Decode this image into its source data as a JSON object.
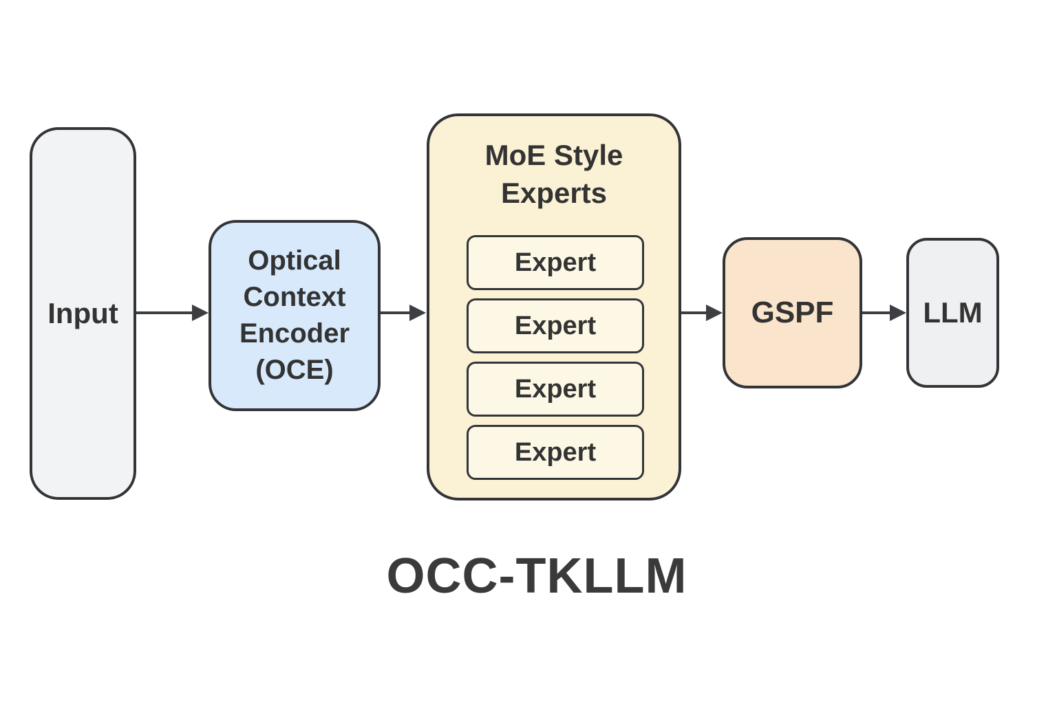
{
  "title": "OCC-TKLLM",
  "nodes": {
    "input": {
      "label": "Input",
      "fill": "#f2f3f5"
    },
    "oce": {
      "label": "Optical Context Encoder (OCE)",
      "fill": "#d7e9fb"
    },
    "moe": {
      "label": "MoE Style Experts",
      "fill": "#fbf2d5",
      "expert_fill": "#fdf8e6",
      "experts": [
        "Expert",
        "Expert",
        "Expert",
        "Expert"
      ]
    },
    "gspf": {
      "label": "GSPF",
      "fill": "#fae4cc"
    },
    "llm": {
      "label": "LLM",
      "fill": "#eff0f2"
    }
  },
  "connections": [
    {
      "from": "input",
      "to": "oce"
    },
    {
      "from": "oce",
      "to": "moe"
    },
    {
      "from": "moe",
      "to": "gspf"
    },
    {
      "from": "gspf",
      "to": "llm"
    }
  ],
  "style": {
    "background": "#ffffff",
    "border_color": "#333438",
    "arrow_color": "#3d3e42",
    "text_color": "#333333"
  }
}
